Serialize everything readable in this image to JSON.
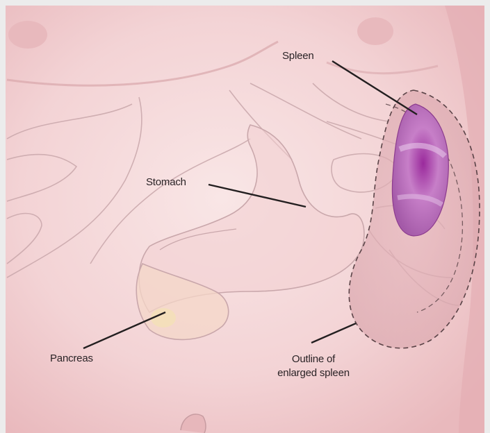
{
  "diagram": {
    "labels": {
      "spleen": "Spleen",
      "stomach": "Stomach",
      "pancreas": "Pancreas",
      "outline_line1": "Outline of",
      "outline_line2": "enlarged spleen"
    },
    "colors": {
      "background": "#ececec",
      "skin": "#f4d4d6",
      "spleen": "#b04fb0",
      "organ_outline": "#c9a7ab",
      "leader_line": "#231f20"
    }
  }
}
